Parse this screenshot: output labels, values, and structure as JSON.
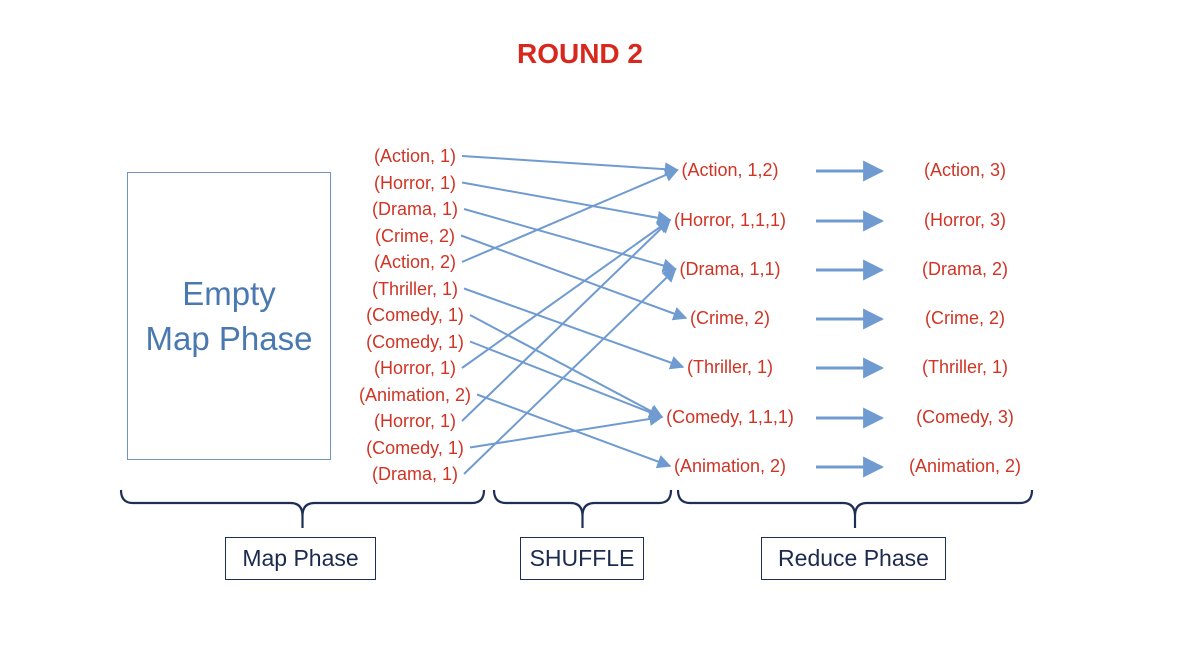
{
  "title": "ROUND 2",
  "empty_map": "Empty\nMap Phase",
  "map_outputs": [
    "(Action, 1)",
    "(Horror, 1)",
    "(Drama, 1)",
    "(Crime, 2)",
    "(Action, 2)",
    "(Thriller, 1)",
    "(Comedy, 1)",
    "(Comedy, 1)",
    "(Horror, 1)",
    "(Animation, 2)",
    "(Horror, 1)",
    "(Comedy, 1)",
    "(Drama, 1)"
  ],
  "shuffle_outputs": [
    "(Action, 1,2)",
    "(Horror, 1,1,1)",
    "(Drama, 1,1)",
    "(Crime, 2)",
    "(Thriller, 1)",
    "(Comedy, 1,1,1)",
    "(Animation, 2)"
  ],
  "reduce_outputs": [
    "(Action, 3)",
    "(Horror, 3)",
    "(Drama, 2)",
    "(Crime, 2)",
    "(Thriller, 1)",
    "(Comedy, 3)",
    "(Animation, 2)"
  ],
  "mapping": [
    0,
    1,
    2,
    3,
    0,
    4,
    5,
    5,
    1,
    6,
    1,
    5,
    2
  ],
  "phases": {
    "map": "Map Phase",
    "shuffle": "SHUFFLE",
    "reduce": "Reduce Phase"
  },
  "colors": {
    "title": "#d8281e",
    "pair_text": "#cf3424",
    "arrow": "#6f9bd1",
    "brace": "#1e2f56",
    "empty_text": "#4a78b0"
  }
}
